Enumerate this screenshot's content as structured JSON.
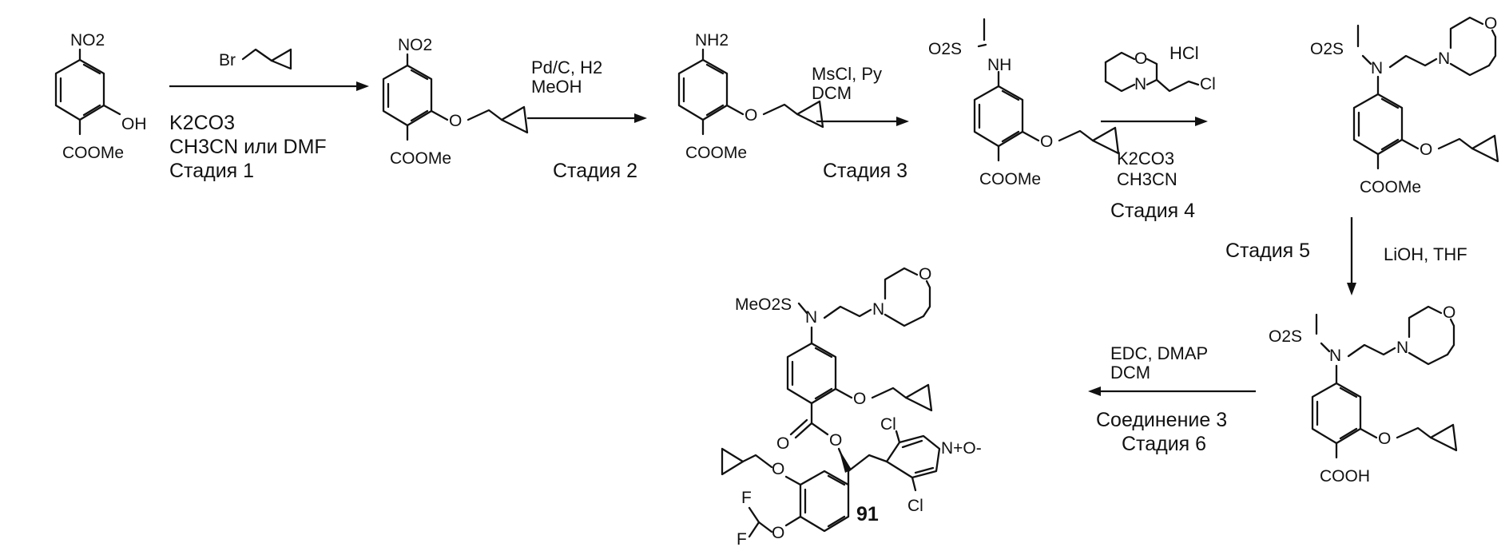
{
  "compounds": {
    "c0": {
      "nitro": "NO2",
      "hydroxy": "OH",
      "ester": "COOMe"
    },
    "c1": {
      "nitro": "NO2",
      "ether_o": "O",
      "ester": "COOMe"
    },
    "c2": {
      "amine": "NH2",
      "ether_o": "O",
      "ester": "COOMe"
    },
    "c3": {
      "sulfonyl": "O2S",
      "nh": "NH",
      "ether_o": "O",
      "ester": "COOMe"
    },
    "c4": {
      "sulfonyl": "O2S",
      "n": "N",
      "morph_n": "N",
      "morph_o": "O",
      "ether_o": "O",
      "ester": "COOMe"
    },
    "c5": {
      "sulfonyl": "O2S",
      "n": "N",
      "morph_n": "N",
      "morph_o": "O",
      "ether_o": "O",
      "acid": "COOH"
    },
    "c91": {
      "sulfonyl": "MeO2S",
      "n": "N",
      "morph_n": "N",
      "morph_o": "O",
      "ether_o": "O",
      "carbonyl_o": "O",
      "ester_o": "O",
      "cl_top": "Cl",
      "cl_bottom": "Cl",
      "n_oxide": "N+O-",
      "ring_o1": "O",
      "ring_o2": "O",
      "f1": "F",
      "f2": "F",
      "id": "91"
    }
  },
  "reagents": {
    "s1_reagent": "Br",
    "s1_base": "K2CO3",
    "s1_solvent": "CH3CN или DMF",
    "s1_label": "Стадия 1",
    "s2_cat": "Pd/C, H2",
    "s2_solvent": "MeOH",
    "s2_label": "Стадия 2",
    "s3_reagent": "MsCl, Py",
    "s3_solvent": "DCM",
    "s3_label": "Стадия 3",
    "s4_hcl": "HCl",
    "s4_n": "N",
    "s4_cl": "Cl",
    "s4_o": "O",
    "s4_base": "K2CO3",
    "s4_solvent": "CH3CN",
    "s4_label": "Стадия 4",
    "s5_label": "Стадия 5",
    "s5_reagent": "LiOH, THF",
    "s6_reagent": "EDC, DMAP",
    "s6_solvent": "DCM",
    "s6_compound": "Соединение 3",
    "s6_label": "Стадия 6"
  }
}
